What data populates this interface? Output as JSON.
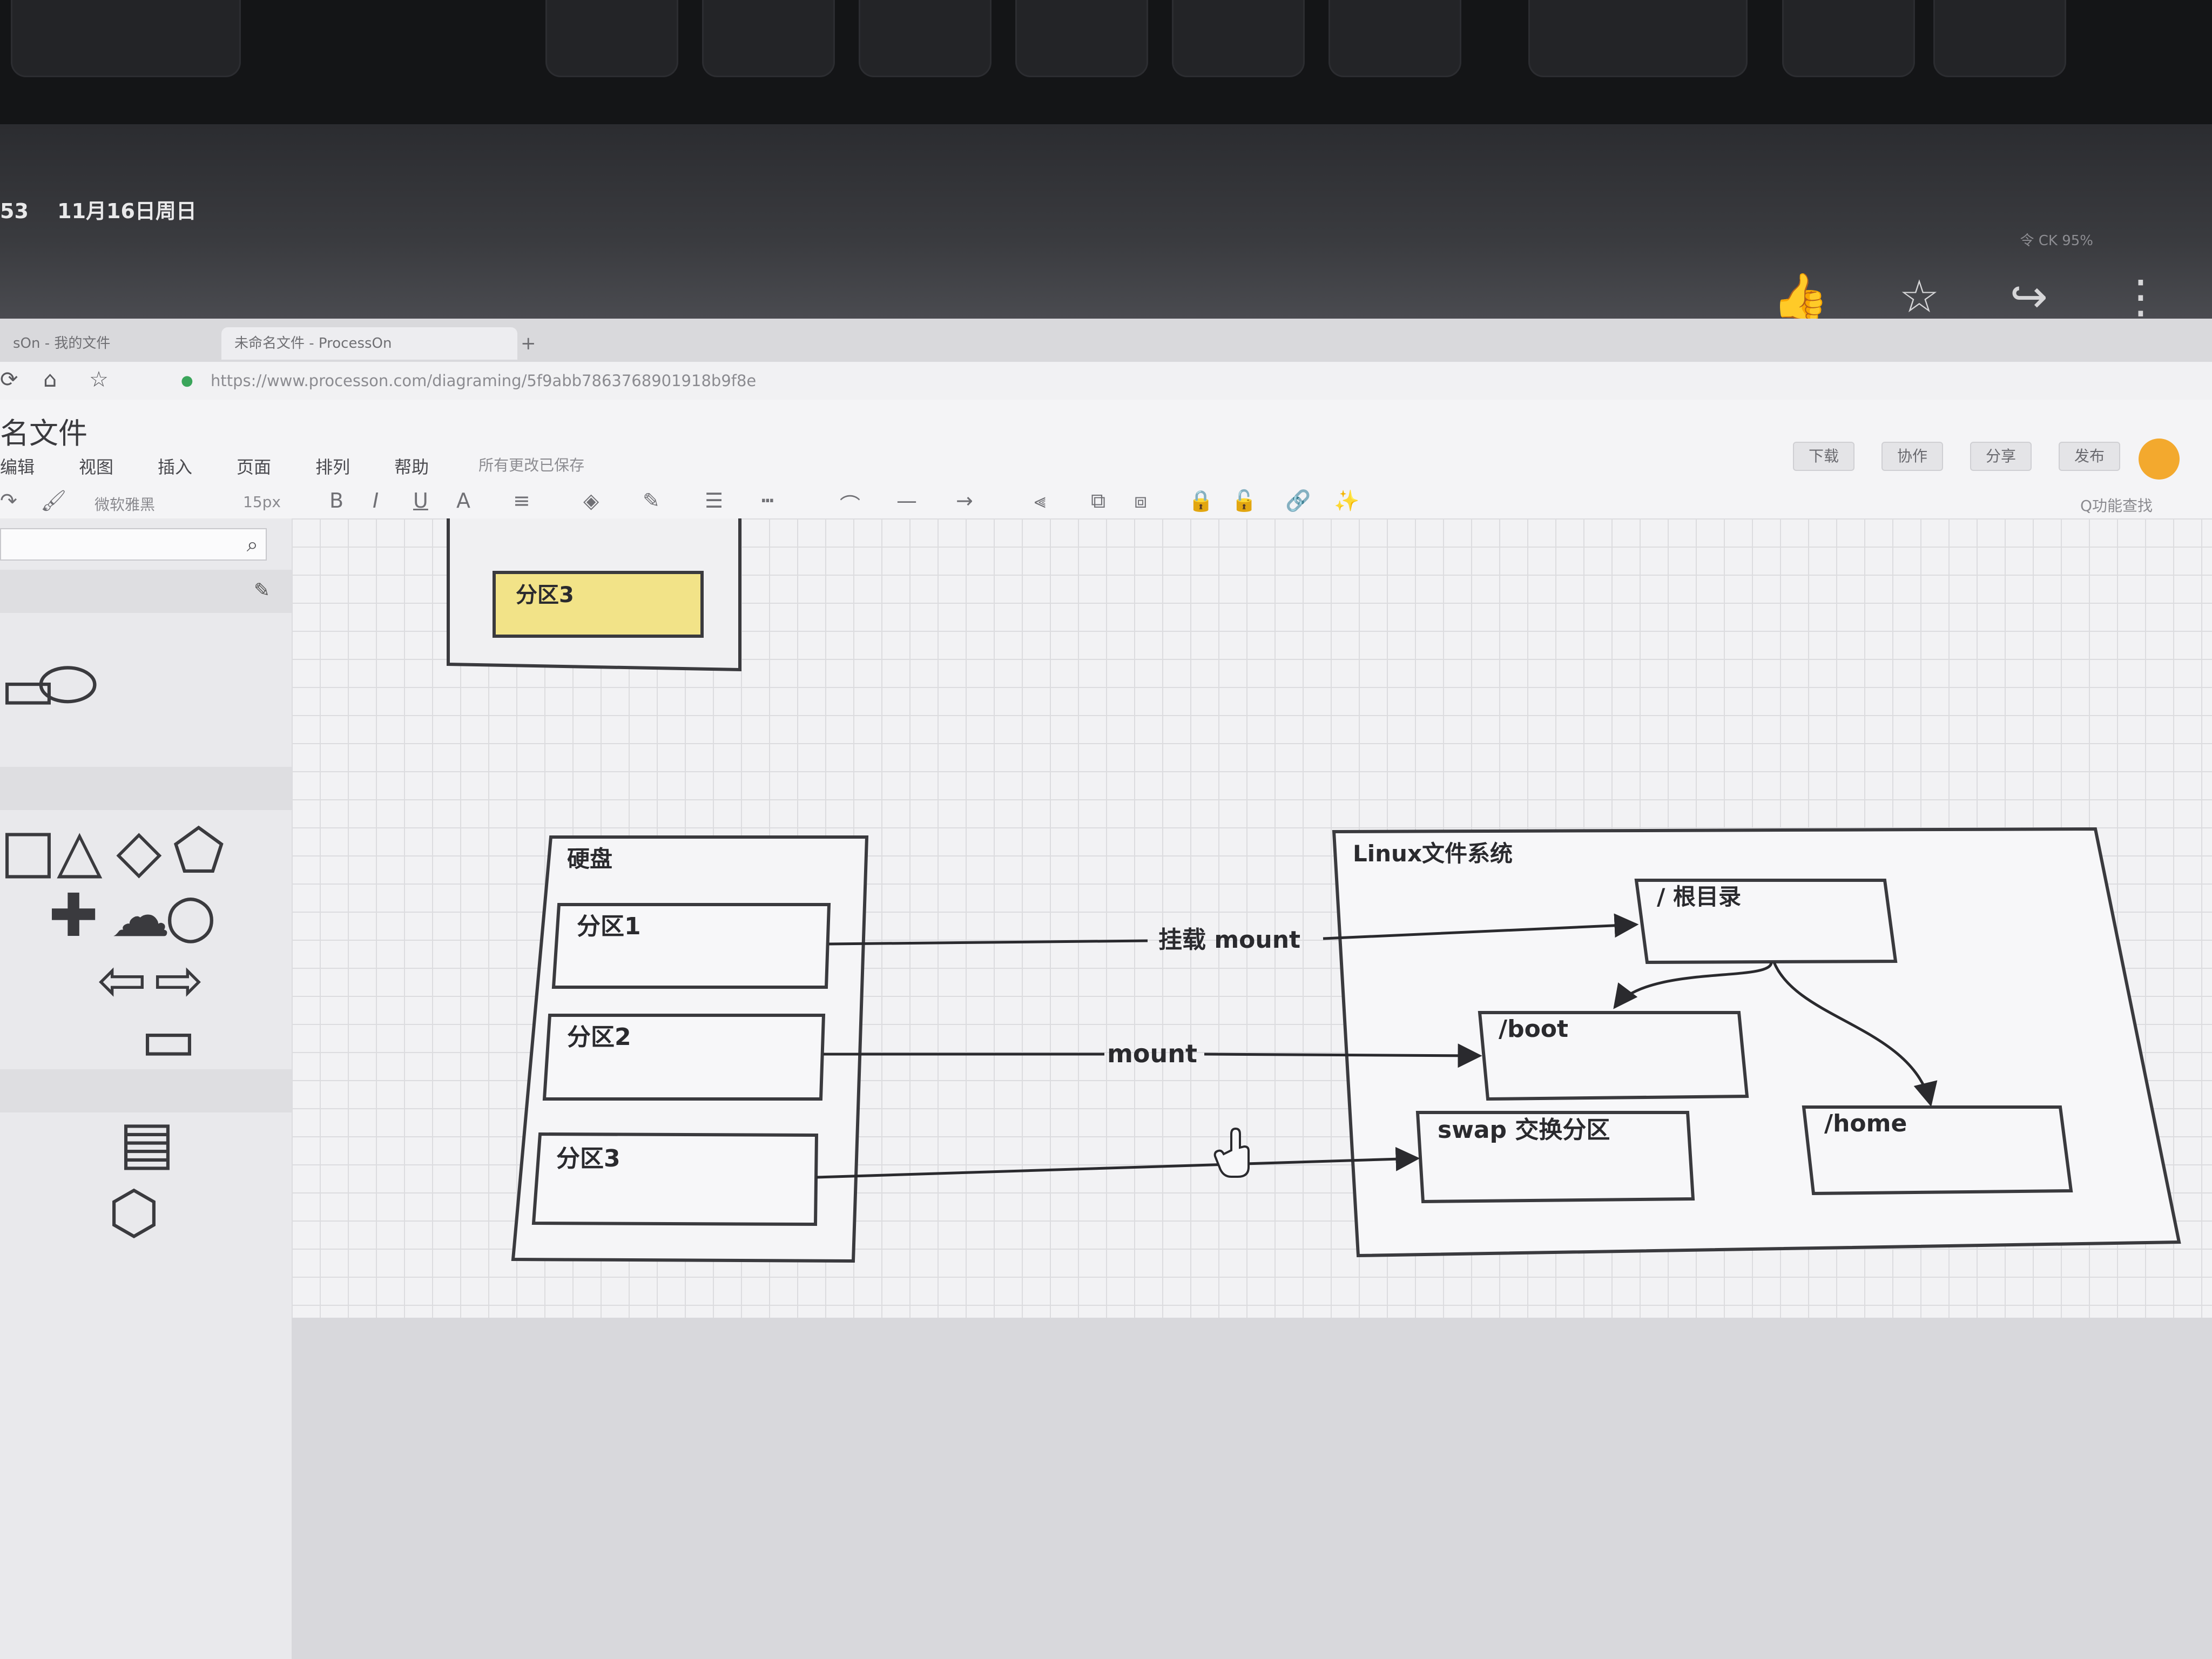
{
  "status_bar": {
    "time": "53",
    "date": "11月16日周日",
    "battery": "令 CK 95%"
  },
  "tablet_actions": {
    "like": "👍",
    "star": "☆",
    "share": "↪",
    "more": "⋮"
  },
  "browser": {
    "tabs": [
      "sOn - 我的文件",
      "未命名文件 - ProcessOn",
      "+"
    ],
    "url": "https://www.processon.com/diagraming/5f9abb7863768901918b9f8e"
  },
  "app": {
    "doc_title": "名文件",
    "menu": [
      "编辑",
      "视图",
      "插入",
      "页面",
      "排列",
      "帮助"
    ],
    "saved_status": "所有更改已保存",
    "header_buttons": [
      "下载",
      "协作",
      "分享",
      "发布"
    ],
    "toolbar": {
      "font": "微软雅黑",
      "size": "15px",
      "function_search": "Q功能查找"
    }
  },
  "diagram": {
    "top_partition": "分区3",
    "disk": {
      "title": "硬盘",
      "partitions": [
        "分区1",
        "分区2",
        "分区3"
      ]
    },
    "fs": {
      "title": "Linux文件系统",
      "root": "/ 根目录",
      "boot": "/boot",
      "swap": "swap 交换分区",
      "home": "/home"
    },
    "edges": {
      "mount1": "挂载 mount",
      "mount2": "mount"
    },
    "colors": {
      "highlight": "#f2e388",
      "border": "#3a3a3e"
    }
  }
}
